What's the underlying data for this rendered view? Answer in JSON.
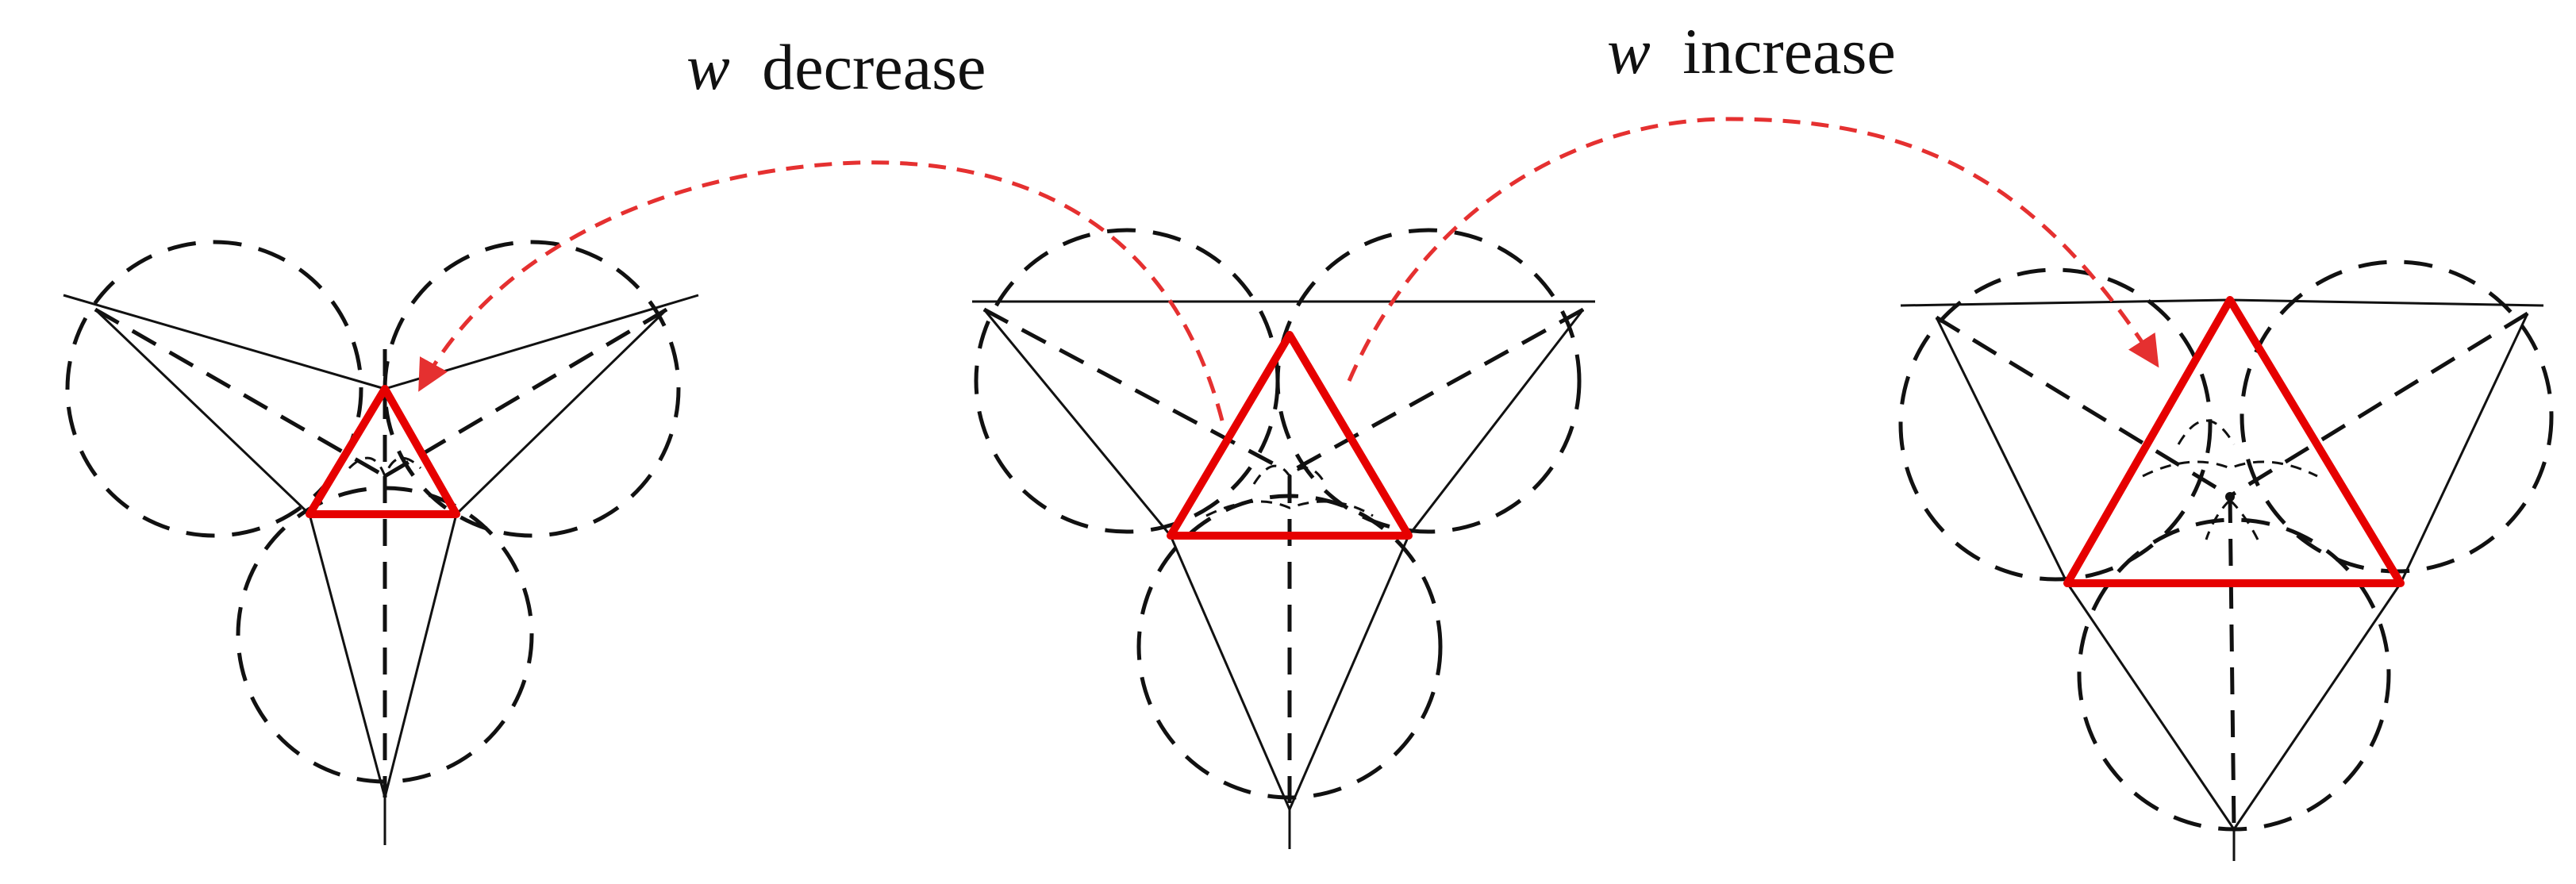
{
  "labels": {
    "decrease_var": "w",
    "decrease_text": "decrease",
    "increase_var": "w",
    "increase_text": "increase"
  },
  "colors": {
    "line": "#111111",
    "highlight": "#e60000",
    "arrow": "#e53030"
  },
  "panels": [
    {
      "name": "left",
      "state": "small inner triangle"
    },
    {
      "name": "middle",
      "state": "medium inner triangle"
    },
    {
      "name": "right",
      "state": "large inner triangle"
    }
  ]
}
